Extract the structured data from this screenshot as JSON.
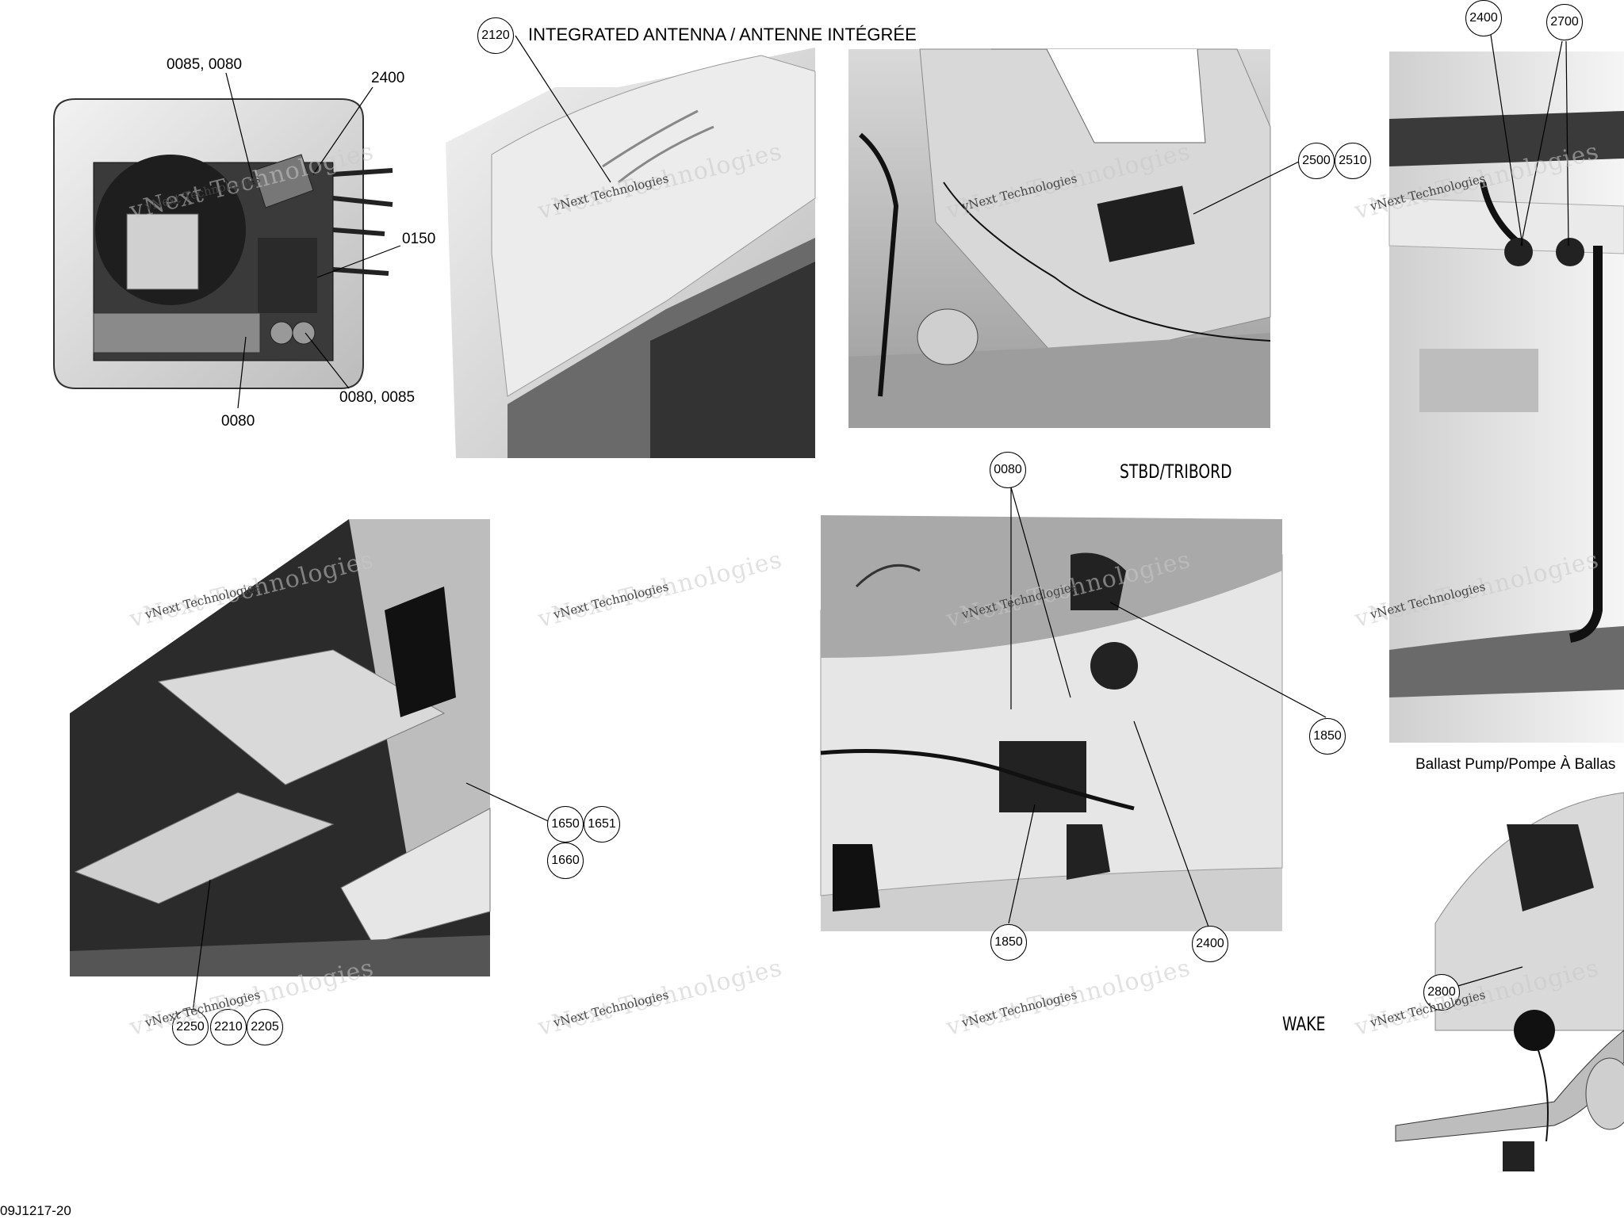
{
  "document_id": "09J1217-20",
  "captions": {
    "antenna": "INTEGRATED ANTENNA / ANTENNE INTÉGRÉE",
    "stbd": "STBD/TRIBORD",
    "ballast": "Ballast Pump/Pompe À Ballas",
    "wake": "WAKE"
  },
  "watermark": {
    "line1": "vNext Technologies",
    "line2": "vNext Technologies"
  },
  "callouts": {
    "c_0085_0080": "0085, 0080",
    "c_2400_top": "2400",
    "c_0150": "0150",
    "c_0080_0085": "0080, 0085",
    "c_0080_bottom": "0080",
    "b_2120": "2120",
    "b_2500": "2500",
    "b_2510": "2510",
    "b_2400_right": "2400",
    "b_2700": "2700",
    "b_0080": "0080",
    "b_1850_a": "1850",
    "b_1850_b": "1850",
    "b_2400_mid": "2400",
    "b_1650": "1650",
    "b_1651": "1651",
    "b_1660": "1660",
    "b_2250": "2250",
    "b_2210": "2210",
    "b_2205": "2205",
    "b_2800": "2800"
  },
  "colors": {
    "ink": "#000000",
    "hull_light": "#e6e6e6",
    "hull_mid": "#bdbdbd",
    "dark": "#2a2a2a"
  }
}
